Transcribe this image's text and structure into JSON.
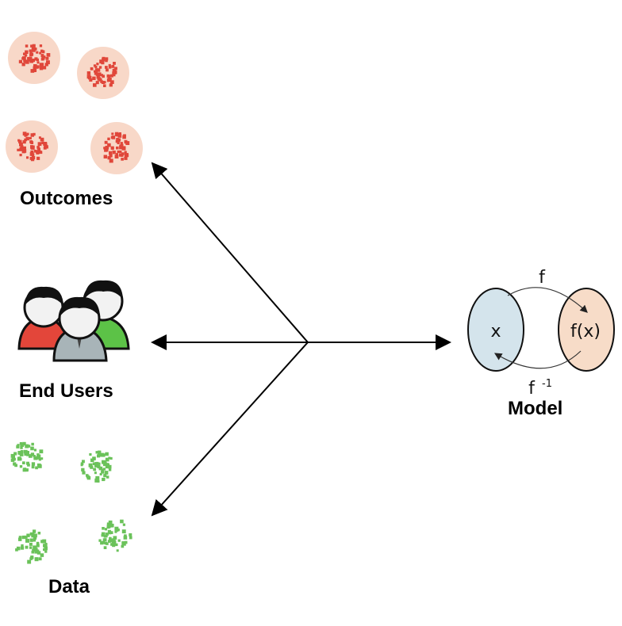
{
  "labels": {
    "outcomes": "Outcomes",
    "end_users": "End Users",
    "data": "Data",
    "model": "Model"
  },
  "model": {
    "domain_symbol": "x",
    "image_symbol": "f(x)",
    "forward_symbol": "f",
    "inverse_symbol": "f",
    "inverse_exponent": "-1"
  },
  "colors": {
    "outcome_dot": "#e0473a",
    "outcome_circle": "#f8d8c8",
    "data_dot": "#6bc25a",
    "domain_ellipse": "#d4e4ec",
    "image_ellipse": "#f7dcc8",
    "user_red": "#e3463a",
    "user_gray": "#a8b4b8",
    "user_green": "#5cc247",
    "line": "#000000"
  },
  "icons": {
    "outcomes": "red-dot-cluster-icon",
    "end_users": "people-group-icon",
    "data": "green-dot-cluster-icon"
  }
}
